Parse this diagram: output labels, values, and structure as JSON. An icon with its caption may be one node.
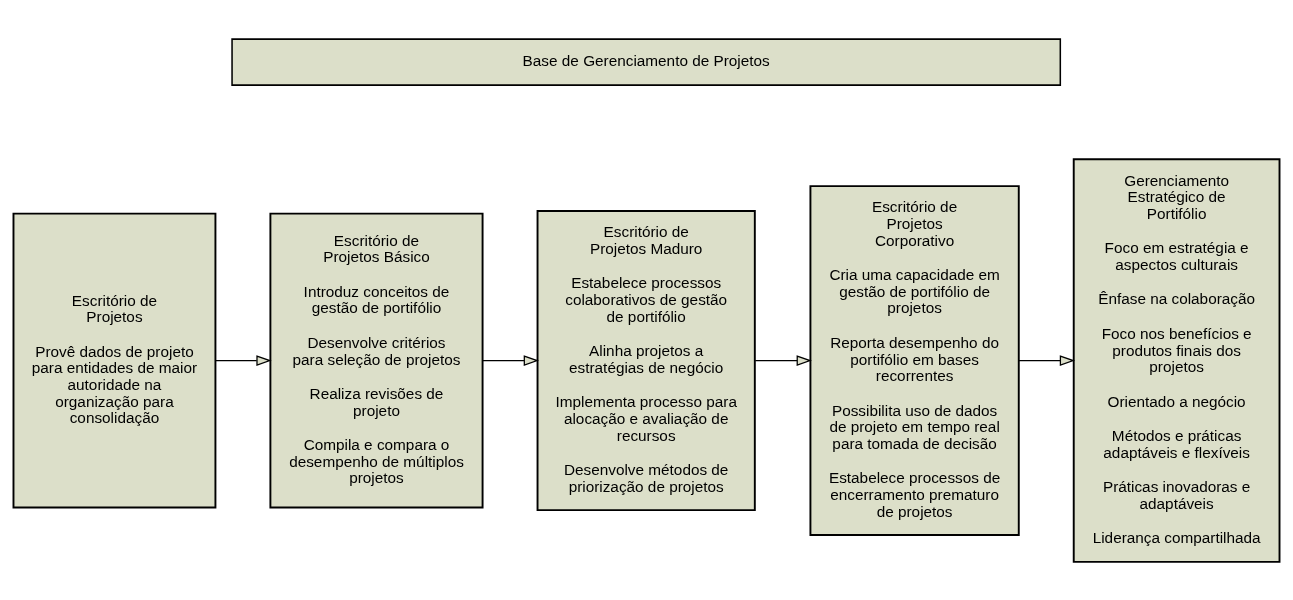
{
  "diagram": {
    "nodes": [
      {
        "text": [
          "Escritório de Projetos",
          "Provê dados de projeto para entidades de maior autoridade na organização para consolidação"
        ]
      },
      {
        "text": [
          "Escritório de Projetos Básico",
          "Introduz conceitos de gestão de portifólio",
          "Desenvolve critérios para seleção de projetos",
          "Realiza revisões de projeto",
          "Compila e compara o desempenho de múltiplos projetos"
        ]
      },
      {
        "text": [
          "Escritório de Projetos Maduro",
          "Estabelece processos colaborativos de gestão de portifólio",
          "Alinha projetos a estratégias de negócio",
          "Implementa processo para alocação e avaliação de recursos",
          "Desenvolve métodos de priorização de projetos"
        ]
      },
      {
        "text": [
          "Escritório de Projetos Corporativo",
          "Cria uma capacidade em gestão de portifólio de projetos",
          "Reporta desempenho do portifólio em bases recorrentes",
          "Possibilita uso de dados de projeto em tempo real para tomada de decisão",
          "Estabelece processos de encerramento prematuro de projetos"
        ]
      },
      {
        "text": [
          "Gerenciamento Estratégico de Portifólio",
          "Foco em estratégia e aspectos culturais",
          "Ênfase na colaboração",
          "Foco nos benefícios e produtos finais dos projetos",
          "Orientado a negócio",
          "Métodos e práticas adaptáveis e flexíveis",
          "Práticas inovadoras e adaptáveis",
          "Liderança compartilhada"
        ]
      },
      {
        "text": [
          "Base de Gerenciamento de Projetos"
        ]
      }
    ],
    "edges": [
      {
        "from": 0,
        "to": 1,
        "arrow": "to"
      },
      {
        "from": 1,
        "to": 2,
        "arrow": "to"
      },
      {
        "from": 2,
        "to": 3,
        "arrow": "to"
      },
      {
        "from": 3,
        "to": 4,
        "arrow": "to"
      }
    ]
  }
}
